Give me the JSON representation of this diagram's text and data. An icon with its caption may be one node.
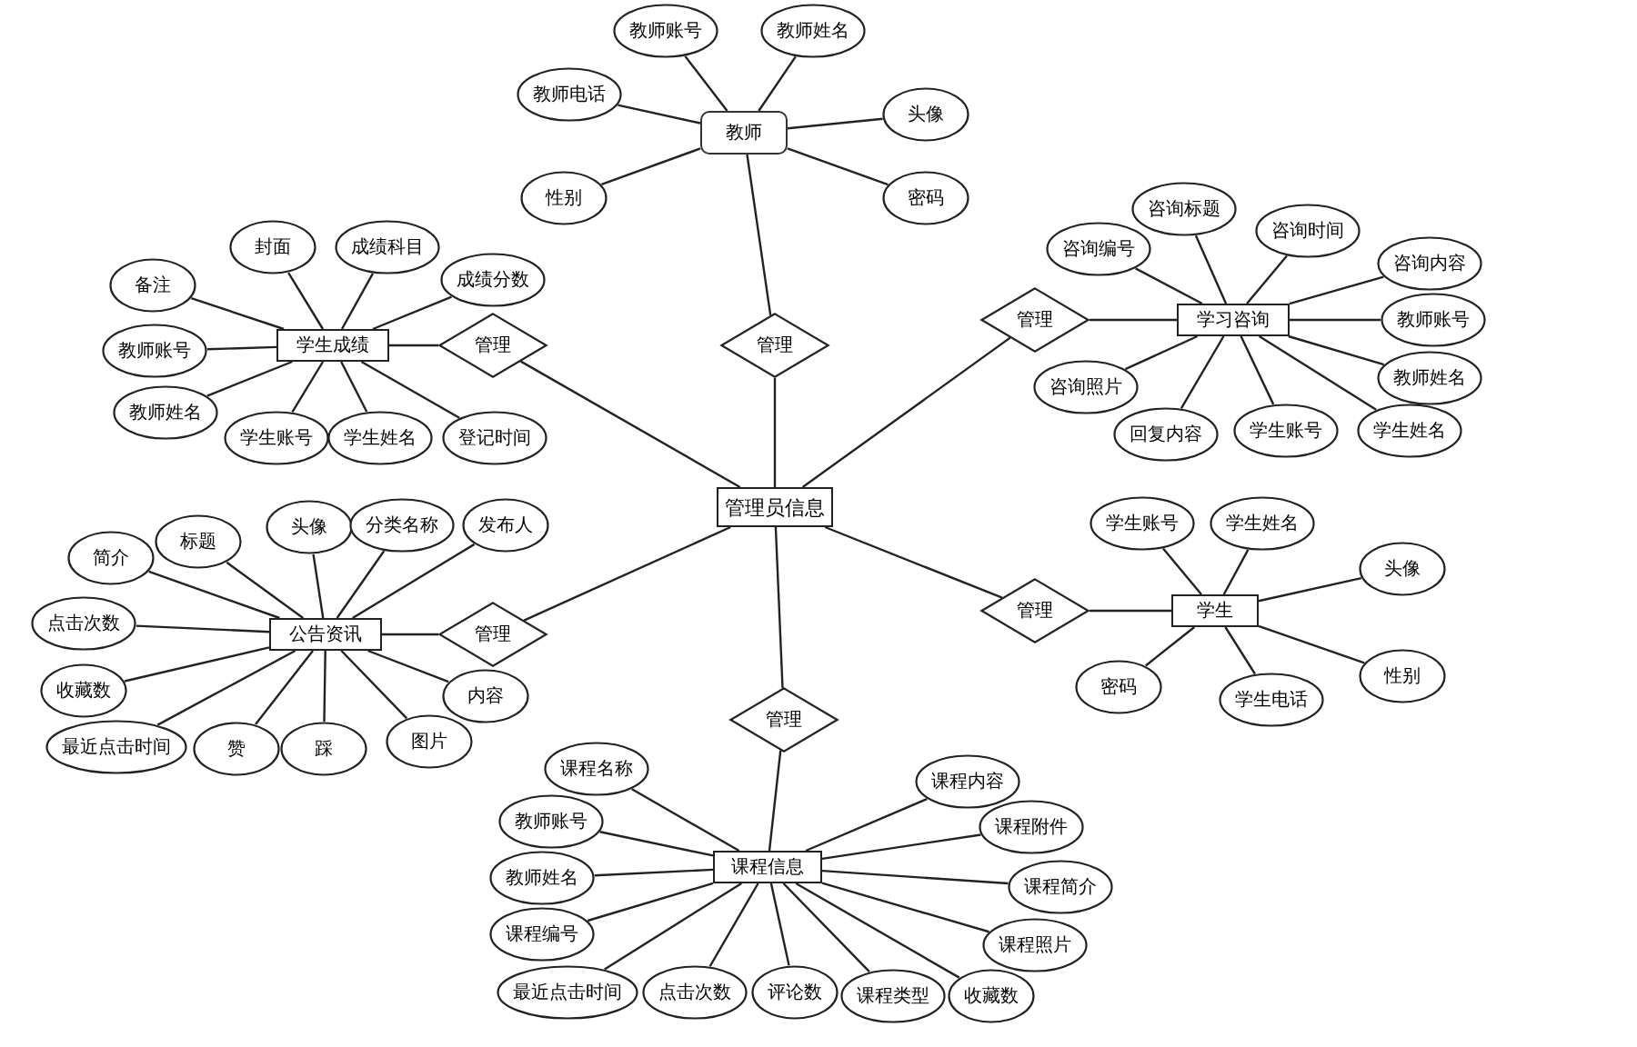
{
  "diagram": {
    "nodes": [
      {
        "text": [
          "管理员信息"
        ]
      },
      {
        "text": [
          "教师"
        ]
      },
      {
        "text": [
          "教师账号"
        ]
      },
      {
        "text": [
          "教师姓名"
        ]
      },
      {
        "text": [
          "教师电话"
        ]
      },
      {
        "text": [
          "头像"
        ]
      },
      {
        "text": [
          "性别"
        ]
      },
      {
        "text": [
          "密码"
        ]
      },
      {
        "text": [
          "管理"
        ]
      },
      {
        "text": [
          "学生成绩"
        ]
      },
      {
        "text": [
          "备注"
        ]
      },
      {
        "text": [
          "封面"
        ]
      },
      {
        "text": [
          "成绩科目"
        ]
      },
      {
        "text": [
          "成绩分数"
        ]
      },
      {
        "text": [
          "教师账号"
        ]
      },
      {
        "text": [
          "教师姓名"
        ]
      },
      {
        "text": [
          "学生账号"
        ]
      },
      {
        "text": [
          "学生姓名"
        ]
      },
      {
        "text": [
          "登记时间"
        ]
      },
      {
        "text": [
          "管理"
        ]
      },
      {
        "text": [
          "公告资讯"
        ]
      },
      {
        "text": [
          "简介"
        ]
      },
      {
        "text": [
          "标题"
        ]
      },
      {
        "text": [
          "头像"
        ]
      },
      {
        "text": [
          "分类名称"
        ]
      },
      {
        "text": [
          "发布人"
        ]
      },
      {
        "text": [
          "点击次数"
        ]
      },
      {
        "text": [
          "收藏数"
        ]
      },
      {
        "text": [
          "最近点击时间"
        ]
      },
      {
        "text": [
          "赞"
        ]
      },
      {
        "text": [
          "踩"
        ]
      },
      {
        "text": [
          "图片"
        ]
      },
      {
        "text": [
          "内容"
        ]
      },
      {
        "text": [
          "管理"
        ]
      },
      {
        "text": [
          "学习咨询"
        ]
      },
      {
        "text": [
          "咨询编号"
        ]
      },
      {
        "text": [
          "咨询标题"
        ]
      },
      {
        "text": [
          "咨询时间"
        ]
      },
      {
        "text": [
          "咨询内容"
        ]
      },
      {
        "text": [
          "教师账号"
        ]
      },
      {
        "text": [
          "教师姓名"
        ]
      },
      {
        "text": [
          "咨询照片"
        ]
      },
      {
        "text": [
          "回复内容"
        ]
      },
      {
        "text": [
          "学生账号"
        ]
      },
      {
        "text": [
          "学生姓名"
        ]
      },
      {
        "text": [
          "管理"
        ]
      },
      {
        "text": [
          "学生"
        ]
      },
      {
        "text": [
          "学生账号"
        ]
      },
      {
        "text": [
          "学生姓名"
        ]
      },
      {
        "text": [
          "头像"
        ]
      },
      {
        "text": [
          "密码"
        ]
      },
      {
        "text": [
          "学生电话"
        ]
      },
      {
        "text": [
          "性别"
        ]
      },
      {
        "text": [
          "管理"
        ]
      },
      {
        "text": [
          "课程信息"
        ]
      },
      {
        "text": [
          "课程名称"
        ]
      },
      {
        "text": [
          "教师账号"
        ]
      },
      {
        "text": [
          "教师姓名"
        ]
      },
      {
        "text": [
          "课程编号"
        ]
      },
      {
        "text": [
          "最近点击时间"
        ]
      },
      {
        "text": [
          "点击次数"
        ]
      },
      {
        "text": [
          "评论数"
        ]
      },
      {
        "text": [
          "课程类型"
        ]
      },
      {
        "text": [
          "收藏数"
        ]
      },
      {
        "text": [
          "课程内容"
        ]
      },
      {
        "text": [
          "课程附件"
        ]
      },
      {
        "text": [
          "课程简介"
        ]
      },
      {
        "text": [
          "课程照片"
        ]
      },
      {
        "text": [
          "管理"
        ]
      }
    ],
    "edges": [
      {
        "from": 2,
        "to": 1,
        "arrow": "none"
      },
      {
        "from": 3,
        "to": 1,
        "arrow": "none"
      },
      {
        "from": 4,
        "to": 1,
        "arrow": "none"
      },
      {
        "from": 5,
        "to": 1,
        "arrow": "none"
      },
      {
        "from": 6,
        "to": 1,
        "arrow": "none"
      },
      {
        "from": 7,
        "to": 1,
        "arrow": "none"
      },
      {
        "from": 1,
        "to": 8,
        "arrow": "none"
      },
      {
        "from": 8,
        "to": 0,
        "arrow": "none"
      },
      {
        "from": 10,
        "to": 9,
        "arrow": "none"
      },
      {
        "from": 11,
        "to": 9,
        "arrow": "none"
      },
      {
        "from": 12,
        "to": 9,
        "arrow": "none"
      },
      {
        "from": 13,
        "to": 9,
        "arrow": "none"
      },
      {
        "from": 14,
        "to": 9,
        "arrow": "none"
      },
      {
        "from": 15,
        "to": 9,
        "arrow": "none"
      },
      {
        "from": 16,
        "to": 9,
        "arrow": "none"
      },
      {
        "from": 17,
        "to": 9,
        "arrow": "none"
      },
      {
        "from": 18,
        "to": 9,
        "arrow": "none"
      },
      {
        "from": 9,
        "to": 19,
        "arrow": "none"
      },
      {
        "from": 19,
        "to": 0,
        "arrow": "none"
      },
      {
        "from": 21,
        "to": 20,
        "arrow": "none"
      },
      {
        "from": 22,
        "to": 20,
        "arrow": "none"
      },
      {
        "from": 23,
        "to": 20,
        "arrow": "none"
      },
      {
        "from": 24,
        "to": 20,
        "arrow": "none"
      },
      {
        "from": 25,
        "to": 20,
        "arrow": "none"
      },
      {
        "from": 26,
        "to": 20,
        "arrow": "none"
      },
      {
        "from": 27,
        "to": 20,
        "arrow": "none"
      },
      {
        "from": 28,
        "to": 20,
        "arrow": "none"
      },
      {
        "from": 29,
        "to": 20,
        "arrow": "none"
      },
      {
        "from": 30,
        "to": 20,
        "arrow": "none"
      },
      {
        "from": 31,
        "to": 20,
        "arrow": "none"
      },
      {
        "from": 32,
        "to": 20,
        "arrow": "none"
      },
      {
        "from": 20,
        "to": 33,
        "arrow": "none"
      },
      {
        "from": 33,
        "to": 0,
        "arrow": "none"
      },
      {
        "from": 35,
        "to": 34,
        "arrow": "none"
      },
      {
        "from": 36,
        "to": 34,
        "arrow": "none"
      },
      {
        "from": 37,
        "to": 34,
        "arrow": "none"
      },
      {
        "from": 38,
        "to": 34,
        "arrow": "none"
      },
      {
        "from": 39,
        "to": 34,
        "arrow": "none"
      },
      {
        "from": 40,
        "to": 34,
        "arrow": "none"
      },
      {
        "from": 41,
        "to": 34,
        "arrow": "none"
      },
      {
        "from": 42,
        "to": 34,
        "arrow": "none"
      },
      {
        "from": 43,
        "to": 34,
        "arrow": "none"
      },
      {
        "from": 44,
        "to": 34,
        "arrow": "none"
      },
      {
        "from": 34,
        "to": 45,
        "arrow": "none"
      },
      {
        "from": 45,
        "to": 0,
        "arrow": "none"
      },
      {
        "from": 47,
        "to": 46,
        "arrow": "none"
      },
      {
        "from": 48,
        "to": 46,
        "arrow": "none"
      },
      {
        "from": 49,
        "to": 46,
        "arrow": "none"
      },
      {
        "from": 50,
        "to": 46,
        "arrow": "none"
      },
      {
        "from": 51,
        "to": 46,
        "arrow": "none"
      },
      {
        "from": 52,
        "to": 46,
        "arrow": "none"
      },
      {
        "from": 46,
        "to": 53,
        "arrow": "none"
      },
      {
        "from": 53,
        "to": 0,
        "arrow": "none"
      },
      {
        "from": 55,
        "to": 54,
        "arrow": "none"
      },
      {
        "from": 56,
        "to": 54,
        "arrow": "none"
      },
      {
        "from": 57,
        "to": 54,
        "arrow": "none"
      },
      {
        "from": 58,
        "to": 54,
        "arrow": "none"
      },
      {
        "from": 59,
        "to": 54,
        "arrow": "none"
      },
      {
        "from": 60,
        "to": 54,
        "arrow": "none"
      },
      {
        "from": 61,
        "to": 54,
        "arrow": "none"
      },
      {
        "from": 62,
        "to": 54,
        "arrow": "none"
      },
      {
        "from": 63,
        "to": 54,
        "arrow": "none"
      },
      {
        "from": 64,
        "to": 54,
        "arrow": "none"
      },
      {
        "from": 65,
        "to": 54,
        "arrow": "none"
      },
      {
        "from": 66,
        "to": 54,
        "arrow": "none"
      },
      {
        "from": 67,
        "to": 54,
        "arrow": "none"
      },
      {
        "from": 54,
        "to": 68,
        "arrow": "none"
      },
      {
        "from": 68,
        "to": 0,
        "arrow": "none"
      }
    ]
  }
}
